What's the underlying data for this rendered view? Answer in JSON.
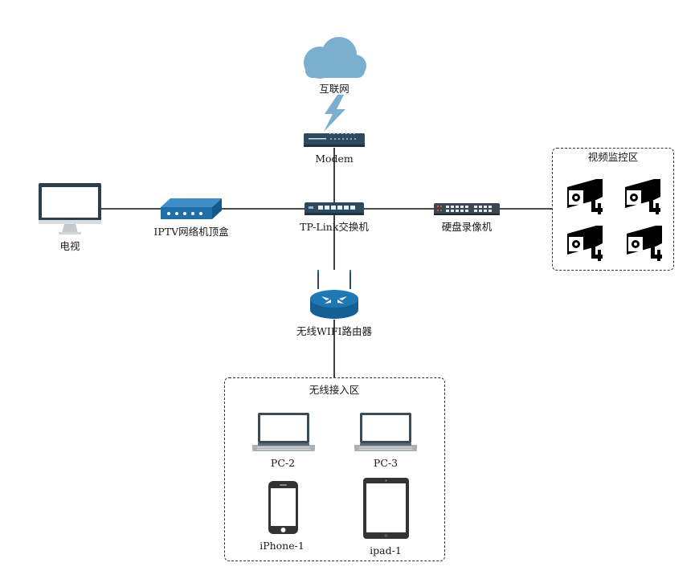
{
  "nodes": {
    "internet": "互联网",
    "modem": "Modem",
    "switch": "TP-Link交换机",
    "tv": "电视",
    "iptv": "IPTV网络机顶盒",
    "nvr": "硬盘录像机",
    "router": "无线WIFI路由器"
  },
  "zones": {
    "surveillance": {
      "title": "视频监控区",
      "camera_count": 4
    },
    "wireless": {
      "title": "无线接入区",
      "devices": [
        "PC-2",
        "PC-3",
        "iPhone-1",
        "ipad-1"
      ]
    }
  },
  "colors": {
    "cloud": "#7aafd0",
    "lightning": "#7aafd0",
    "device_dark": "#2d4a5e",
    "iptv_box": "#1f6ea8",
    "router": "#1f78b4",
    "line": "#111111"
  },
  "icons": {
    "internet": "cloud-icon",
    "link": "lightning-icon",
    "modem": "modem-icon",
    "switch": "switch-icon",
    "tv": "monitor-icon",
    "iptv": "set-top-box-icon",
    "nvr": "nvr-icon",
    "router": "router-icon",
    "camera": "camera-icon",
    "laptop": "laptop-icon",
    "phone": "phone-icon",
    "tablet": "tablet-icon"
  }
}
